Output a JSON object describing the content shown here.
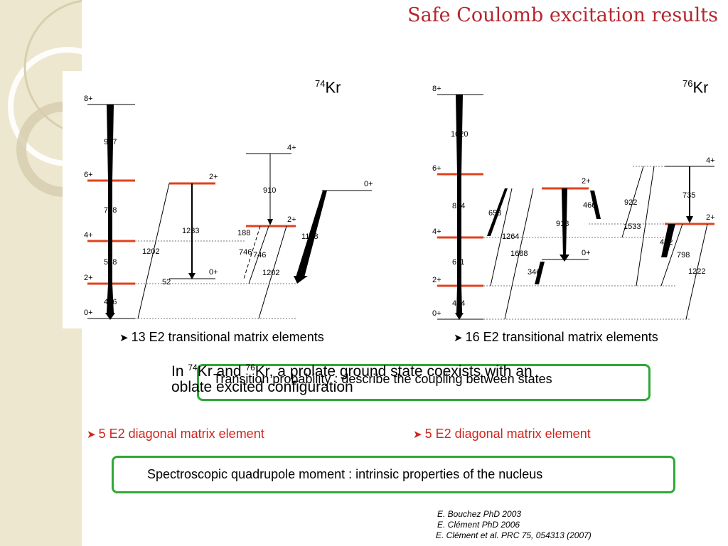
{
  "title": "Safe Coulomb excitation results",
  "kr74": {
    "mass": "74",
    "element": "Kr",
    "levels": [
      "8+",
      "6+",
      "4+",
      "2+",
      "0+",
      "2+",
      "0+",
      "4+",
      "2+",
      "0+"
    ],
    "transitions": [
      "967",
      "768",
      "558",
      "456",
      "1202",
      "1233",
      "52",
      "910",
      "188",
      "746",
      "746",
      "1202",
      "1198"
    ]
  },
  "kr76": {
    "mass": "76",
    "element": "Kr",
    "levels": [
      "8+",
      "6+",
      "4+",
      "2+",
      "0+",
      "2+",
      "0+",
      "4+",
      "2+"
    ],
    "transitions": [
      "1020",
      "824",
      "611",
      "424",
      "653",
      "1264",
      "1688",
      "918",
      "466",
      "346",
      "922",
      "1533",
      "735",
      "452",
      "798",
      "1222"
    ]
  },
  "bullets": {
    "kr74_matrix": "13 E2 transitional matrix elements",
    "kr76_matrix": "16 E2 transitional matrix elements",
    "kr74_diagonal": "5 E2 diagonal matrix element",
    "kr76_diagonal": "5 E2 diagonal matrix element"
  },
  "statement": {
    "part1": "In  ",
    "sup1": "74",
    "part2": "Kr and ",
    "sup2": "76",
    "part3": "Kr, a prolate ground state coexists with an",
    "line2": "oblate excited configuration"
  },
  "box1_text": "Transition probability : describe the coupling between states",
  "box2_text": "Spectroscopic quadrupole moment : intrinsic properties of the nucleus",
  "references": [
    "E. Bouchez PhD  2003",
    "E. Clément PhD  2006",
    "E. Clément et al.  PRC 75, 054313 (2007)"
  ],
  "colors": {
    "title": "#b5272d",
    "accent": "#d0241e",
    "box_border": "#2fa836",
    "sidebar": "#ede7cf",
    "level_line": "#e0421c"
  }
}
